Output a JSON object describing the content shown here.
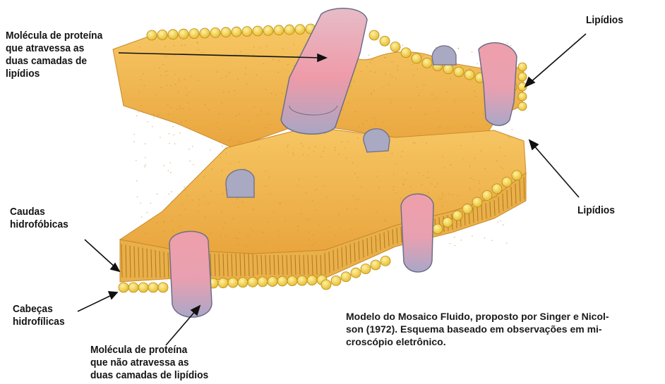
{
  "labels": {
    "protein_through": "Molécula de proteína\nque atravessa as\nduas camadas de\nlipídios",
    "lipids_top": "Lipídios",
    "lipids_right": "Lipídios",
    "tails": "Caudas\nhidrofóbicas",
    "heads": "Cabeças\nhidrofílicas",
    "protein_not_through": "Molécula de proteína\nque não atravessa as\nduas camadas de lipídios"
  },
  "caption": "Modelo do Mosaico Fluido, proposto por Singer e Nicol-\nson (1972). Esquema baseado em observações em mi-\ncroscópio eletrônico.",
  "colors": {
    "membrane_fill": "#f0b64a",
    "head_fill": "#f4d63c",
    "protein_pink": "#ec9aa6",
    "protein_gray": "#a9a9c4"
  }
}
